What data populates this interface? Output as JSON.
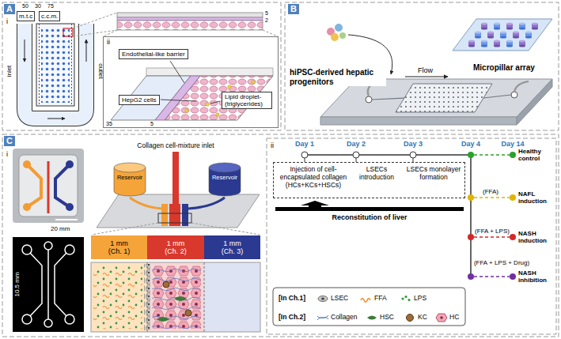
{
  "diagram": {
    "nodes": [
      {
        "text": [
          "A"
        ]
      },
      {
        "text": [
          "m.t.c"
        ]
      },
      {
        "text": [
          "c.c.m."
        ]
      },
      {
        "text": [
          "ii"
        ]
      },
      {
        "text": [
          "Endothelial-like barrier"
        ],
        "in": 3
      },
      {
        "text": [
          "HepG2 cells"
        ],
        "in": 3
      },
      {
        "text": [
          "Lipid droplet- (triglycerides)"
        ],
        "in": 3
      },
      {
        "text": [
          "B"
        ]
      },
      {
        "text": [
          "C"
        ]
      },
      {
        "text": [
          "Reservoir"
        ]
      },
      {
        "text": [
          "Reservoir"
        ]
      },
      {
        "text": [
          "1 mm",
          "(Ch. 1)"
        ]
      },
      {
        "text": [
          "1 mm",
          "(Ch. 2)"
        ]
      },
      {
        "text": [
          "1 mm",
          "(Ch. 3)"
        ]
      },
      {
        "text": [
          "Injection of cell-encapsulated collagen (HCs+KCs+HSCs)",
          "LSECs introduction",
          "LSECs monolayer formation"
        ]
      }
    ],
    "labels": [
      "i",
      "50",
      "30",
      "75",
      "inlet",
      "outlet",
      "5",
      "2",
      "35",
      "5",
      "hiPSC-derived hepatic progenitors",
      "Flow",
      "Micropillar array",
      "i",
      "20 mm",
      "10.5 mm",
      "Collagen cell-mixture inlet",
      "ii",
      "Day 1",
      "Day 2",
      "Day 3",
      "Day 4",
      "Day 14",
      "Reconstitution of liver",
      "(FFA)",
      "(FFA + LPS)",
      "(FFA + LPS + Drug)",
      "Healthy control",
      "NAFL induction",
      "NASH induction",
      "NASH inhibition",
      "[In Ch.1]",
      "[In Ch.2]"
    ],
    "legend": [
      {
        "text": "LSEC"
      },
      {
        "text": "FFA"
      },
      {
        "text": "LPS"
      },
      {
        "text": "Collagen"
      },
      {
        "text": "HSC"
      },
      {
        "text": "KC"
      },
      {
        "text": "HC"
      }
    ]
  }
}
